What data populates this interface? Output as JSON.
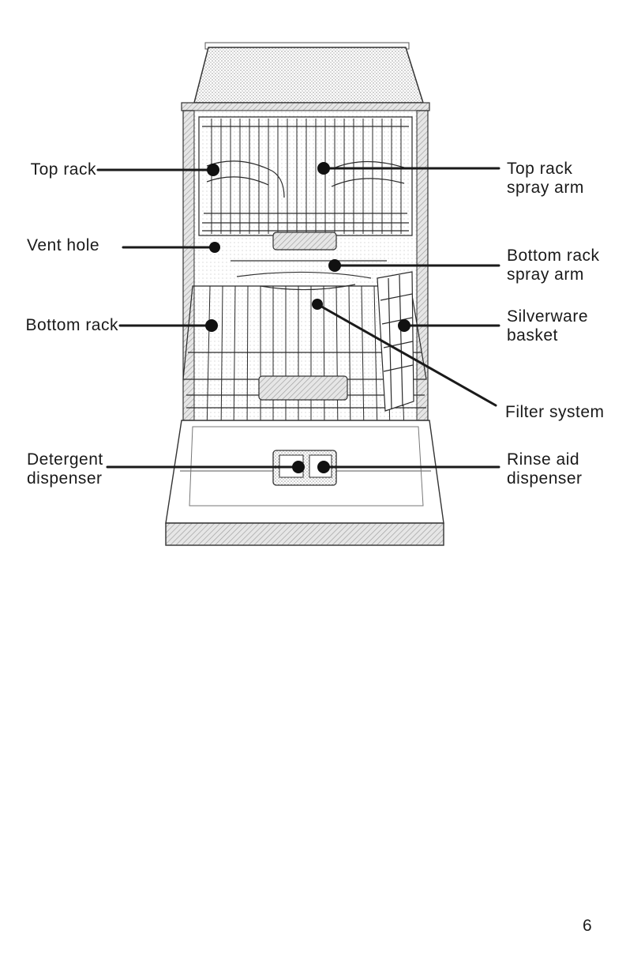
{
  "callouts": {
    "top_rack": "Top rack",
    "top_rack_spray_arm": [
      "Top rack",
      "spray arm"
    ],
    "vent_hole": "Vent hole",
    "bottom_rack_spray_arm": [
      "Bottom rack",
      "spray arm"
    ],
    "bottom_rack": "Bottom rack",
    "silverware_basket": [
      "Silverware",
      "basket"
    ],
    "filter_system": "Filter system",
    "detergent_dispenser": [
      "Detergent",
      "dispenser"
    ],
    "rinse_aid_dispenser": [
      "Rinse aid",
      "dispenser"
    ]
  },
  "page_number": "6"
}
